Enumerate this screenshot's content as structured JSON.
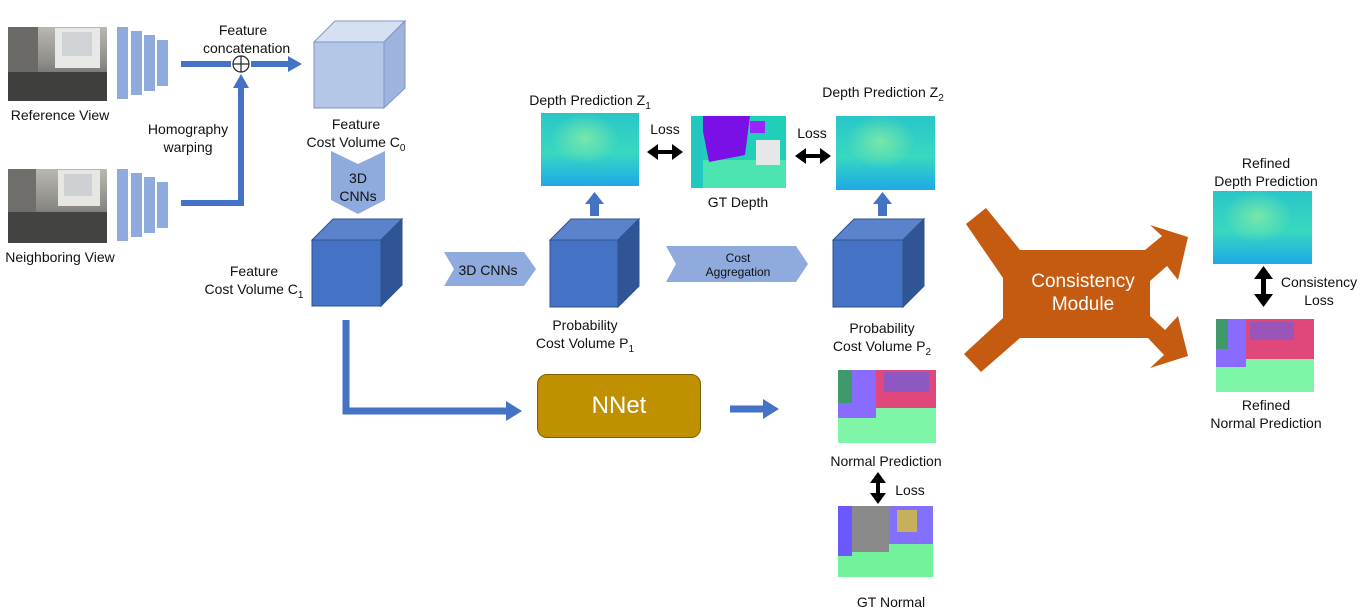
{
  "inputs": {
    "reference_view": "Reference View",
    "neighboring_view": "Neighboring View",
    "feature_concatenation": [
      "Feature",
      "concatenation"
    ],
    "homography_warping": [
      "Homography",
      "warping"
    ]
  },
  "volumes": {
    "c0": {
      "text": "Feature",
      "line2": "Cost Volume C",
      "sub": "0"
    },
    "c1": {
      "text": "Feature",
      "line2": "Cost Volume C",
      "sub": "1"
    },
    "p1": {
      "text": "Probability",
      "line2": "Cost Volume P",
      "sub": "1"
    },
    "p2": {
      "text": "Probability",
      "line2": "Cost Volume P",
      "sub": "2"
    }
  },
  "blocks": {
    "cnn_vertical": [
      "3D",
      "CNNs"
    ],
    "cnn_horizontal": "3D CNNs",
    "cost_aggregation": [
      "Cost",
      "Aggregation"
    ],
    "nnet": "NNet",
    "consistency_module": [
      "Consistency",
      "Module"
    ]
  },
  "predictions": {
    "depth_z1": {
      "text": "Depth Prediction Z",
      "sub": "1"
    },
    "depth_z2": {
      "text": "Depth Prediction Z",
      "sub": "2"
    },
    "gt_depth": "GT Depth",
    "normal_prediction": "Normal Prediction",
    "gt_normal": "GT Normal",
    "refined_depth": [
      "Refined",
      "Depth Prediction"
    ],
    "refined_normal": [
      "Refined",
      "Normal Prediction"
    ]
  },
  "losses": {
    "loss_1": "Loss",
    "loss_2": "Loss",
    "loss_3": "Loss",
    "consistency_loss": [
      "Consistency",
      "Loss"
    ]
  },
  "colors": {
    "flow_blue": "#4472c4",
    "cube_light": "#b4c7e7",
    "cube_dark": "#4472c4",
    "cnn_block": "#8faadc",
    "nnet": "#bf9000",
    "consistency": "#c55a11"
  }
}
